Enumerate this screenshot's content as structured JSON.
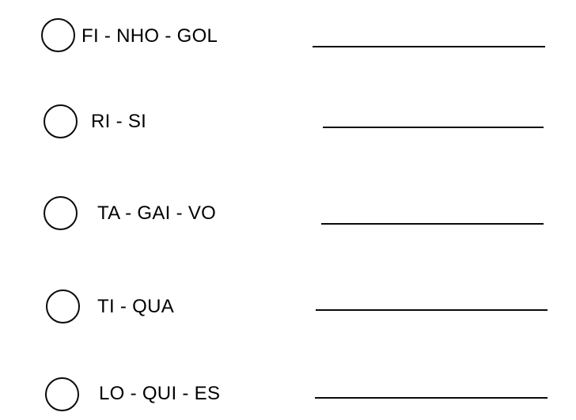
{
  "page": {
    "background_color": "#ffffff",
    "ink_color": "#000000"
  },
  "rows": [
    {
      "syllables": "FI - NHO - GOL",
      "answer": ""
    },
    {
      "syllables": "RI - SI",
      "answer": ""
    },
    {
      "syllables": "TA - GAI - VO",
      "answer": ""
    },
    {
      "syllables": "TI - QUA",
      "answer": ""
    },
    {
      "syllables": "LO - QUI - ES",
      "answer": ""
    }
  ]
}
